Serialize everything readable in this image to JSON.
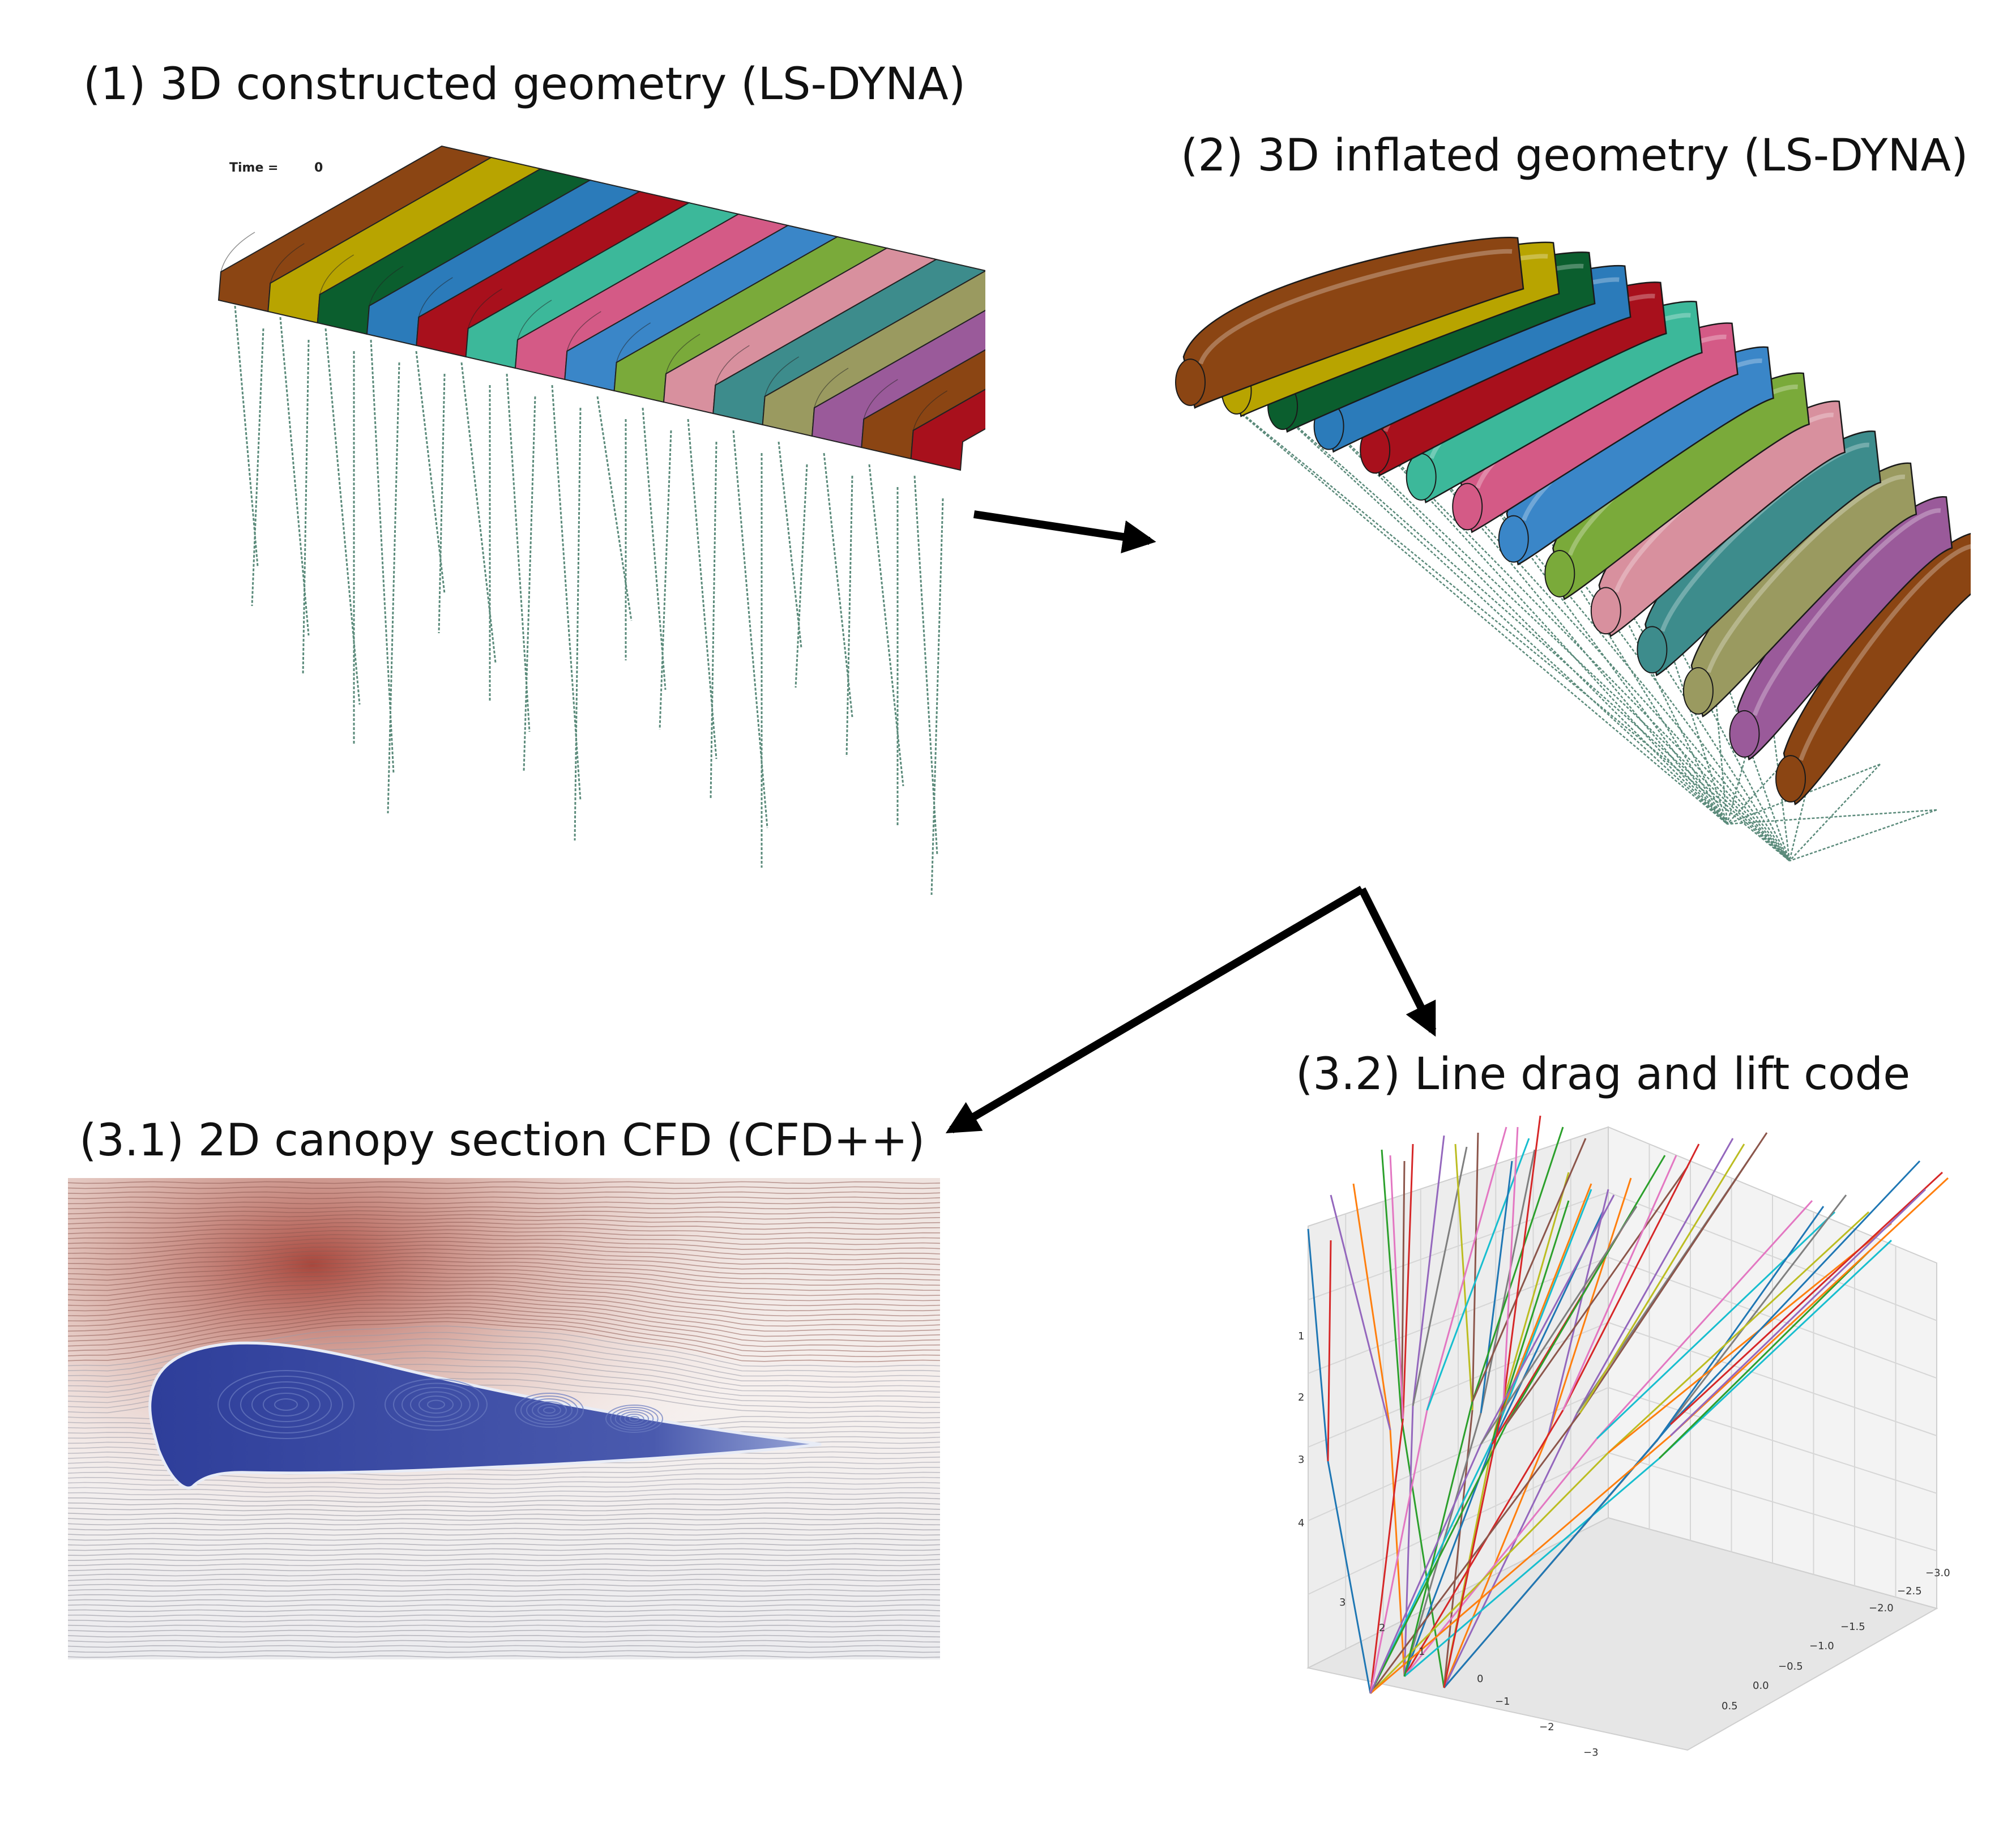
{
  "captions": {
    "step1": "(1) 3D constructed geometry (LS-DYNA)",
    "step2": "(2) 3D inflated geometry (LS-DYNA)",
    "step31": "(3.1) 2D canopy section CFD (CFD++)",
    "step32": "(3.2) Line drag and lift code"
  },
  "panel1": {
    "time_label": "Time =",
    "time_value": "0"
  },
  "plot3d": {
    "z_ticks": [
      "1",
      "2",
      "3",
      "4"
    ],
    "y_ticks": [
      "3",
      "2",
      "1",
      "0",
      "−1",
      "−2",
      "−3"
    ],
    "x_ticks": [
      "−3.0",
      "−2.5",
      "−2.0",
      "−1.5",
      "−1.0",
      "−0.5",
      "0.0",
      "0.5"
    ]
  },
  "colors": {
    "cells": [
      "#8B4513",
      "#B8A400",
      "#0B5E2E",
      "#2B7BBA",
      "#A8101C",
      "#3CB89A",
      "#D45A86",
      "#3A86C8",
      "#7AAA3A",
      "#D8909E",
      "#3D8C8C",
      "#9A9A60",
      "#9A5A9A",
      "#8B4513",
      "#A8101C"
    ],
    "arrow": "#000000",
    "lines": "#5A8A7A",
    "cfd_pressure_high": "#9B2A1E",
    "cfd_recirculation": "#3A4AA0"
  }
}
